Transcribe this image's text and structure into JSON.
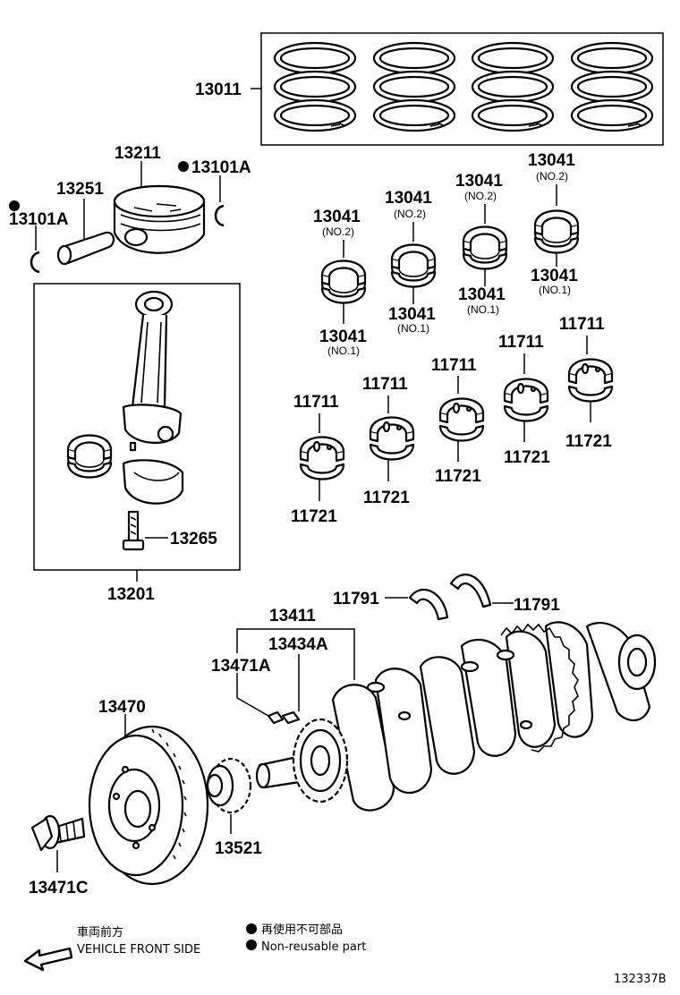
{
  "labels": {
    "piston_ring_set": "13011",
    "piston": "13211",
    "snap_ring_right": "13101A",
    "snap_ring_left": "13101A",
    "piston_pin": "13251",
    "rod_bearing": "13041",
    "no2": "(NO.2)",
    "no1": "(NO.1)",
    "main_bearing_upper": "11711",
    "main_bearing_lower": "11721",
    "conn_rod_bolt": "13265",
    "conn_rod_assy": "13201",
    "thrust_washer": "11791",
    "crankshaft": "13411",
    "key": "13434A",
    "key2": "13471A",
    "pulley": "13470",
    "timing_gear": "13521",
    "pulley_bolt": "13471C"
  },
  "legend": {
    "front_jp": "車両前方",
    "front_en": "VEHICLE FRONT SIDE",
    "nonreusable_jp": "再使用不可部品",
    "nonreusable_en": "Non-reusable part"
  },
  "figure_id": "132337B",
  "icons": {
    "bullet": "black-dot-icon",
    "arrow": "front-arrow-icon"
  }
}
